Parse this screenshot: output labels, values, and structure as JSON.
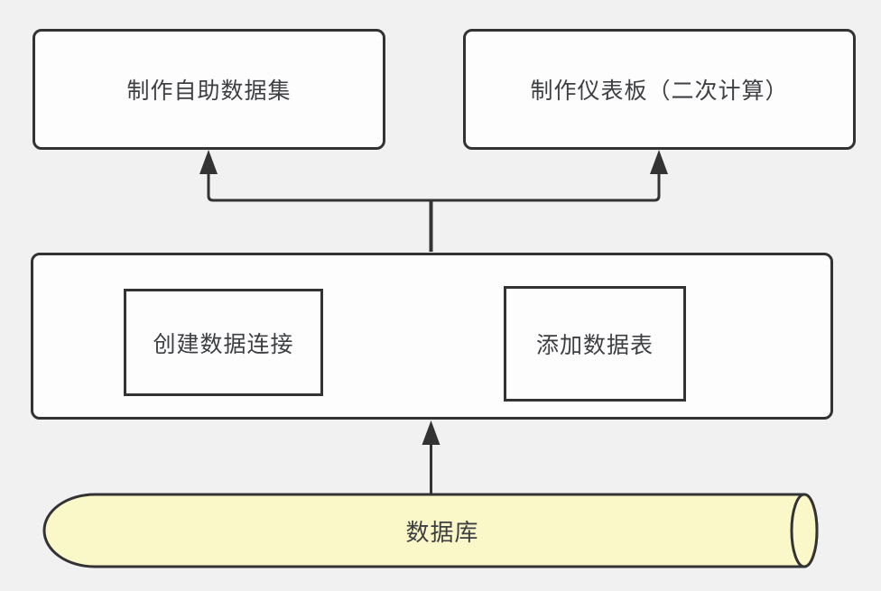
{
  "colors": {
    "background": "#f1f1f2",
    "node_fill": "#fdfdfd",
    "cylinder_fill": "#faf7c9",
    "stroke": "#333333",
    "text": "#3d3f42"
  },
  "nodes": {
    "make_dataset": {
      "label": "制作自助数据集",
      "shape": "rounded-rect"
    },
    "make_dashboard": {
      "label": "制作仪表板（二次计算）",
      "shape": "rounded-rect"
    },
    "workflow_container": {
      "label": "",
      "shape": "rounded-rect"
    },
    "create_connection": {
      "label": "创建数据连接",
      "shape": "rect"
    },
    "add_table": {
      "label": "添加数据表",
      "shape": "rect"
    },
    "database": {
      "label": "数据库",
      "shape": "horizontal-cylinder"
    }
  },
  "edges": [
    {
      "from": "create_connection",
      "to": "add_table",
      "type": "arrow"
    },
    {
      "from": "database",
      "to": "workflow_container",
      "type": "arrow"
    },
    {
      "from": "workflow_container",
      "to": "make_dataset",
      "type": "arrow"
    },
    {
      "from": "workflow_container",
      "to": "make_dashboard",
      "type": "arrow"
    }
  ]
}
